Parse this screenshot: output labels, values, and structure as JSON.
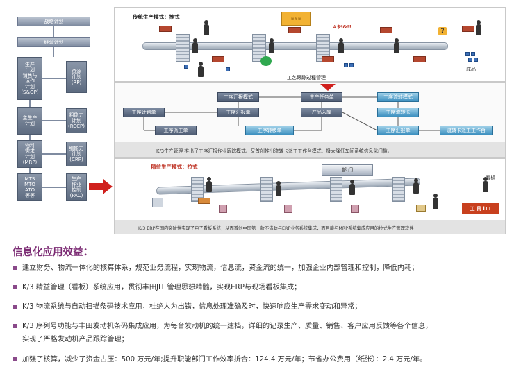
{
  "left_flow": {
    "strategy": "战略计划",
    "operations": "经营计划",
    "production_plan": "生产\n计划\n销售与\n运作\n计划\n(S&OP)",
    "resource_plan": "资源\n计划\n(RP)",
    "master_schedule": "主生产\n计划",
    "rough_capacity": "粗能力\n计划\n(RCCP)",
    "material_plan": "物料\n需求\n计划\n(MRP)",
    "capacity_plan": "细能力\n计划\n(CRP)",
    "mts": "MTS\nMTO\nATO\n等等",
    "pac": "生产\n作业\n控制\n(PAC)"
  },
  "panel_top": {
    "title": "传统生产模式：推式",
    "process_label": "工艺跟踪过程管理",
    "finished_label": "成品",
    "sign_text": "#$*&!!",
    "question": "?"
  },
  "panel_mid": {
    "nodes": {
      "process_plan": "工序计划单",
      "report_mode": "工序汇报模式",
      "task_order": "生产任务单",
      "flow_card_mode": "工序流转模式",
      "dispatch": "工序派工单",
      "report_order": "工序汇报单",
      "product_in": "产品入库",
      "flow_card": "工序流转卡",
      "transfer": "工序转移单",
      "summary": "工序汇报单",
      "flow_dispatch": "流转卡派工工作台"
    },
    "caption": "K/3生产管理   推出了工序汇报作业跟踪模式、又首创推出流转卡派工工作台模式、极大降低车间系统信息化门槛。"
  },
  "panel_bottom": {
    "title": "精益生产模式：拉式",
    "door_label": "部 门",
    "kanban_label": "看板",
    "tool_sign": "工  具  iTT",
    "caption": "K/3 ERP在国内突破性实现了电子看板系统，从而首创中国第一款不借助与ERP业务系统集成，而且能与MRP系统集成应用的拉式生产管理软件"
  },
  "benefits": {
    "title": "信息化应用效益：",
    "items": [
      "建立财务、物流一体化的核算体系，规范业务流程，实现物流，信息流，资金流的统一，加强企业内部管理和控制，降低内耗；",
      "K/3 精益管理（看板）系统应用，贯彻丰田JIT 管理思想精髓，实现ERP与现场看板集成；",
      "K/3 物流系统与自动扫描条码技术应用，杜绝人为出错，信息处理准确及时，快速响应生产需求变动和异常；",
      "K/3 序列号功能与丰田发动机条码集成应用，为每台发动机的统一建档，详细的记录生产、质量、销售、客户应用反馈等各个信息，",
      "实现了严格发动机产品跟踪管理；",
      "加强了核算，减少了资金占压：500 万元/年;提升职能部门工作效率折合：124.4 万元/年；节省办公费用（纸张）：2.4 万元/年。"
    ]
  },
  "colors": {
    "accent_title": "#7b2a73",
    "red_arrow": "#d0201d",
    "box_dark": "#5d6b80",
    "box_light": "#3b8fbf"
  }
}
